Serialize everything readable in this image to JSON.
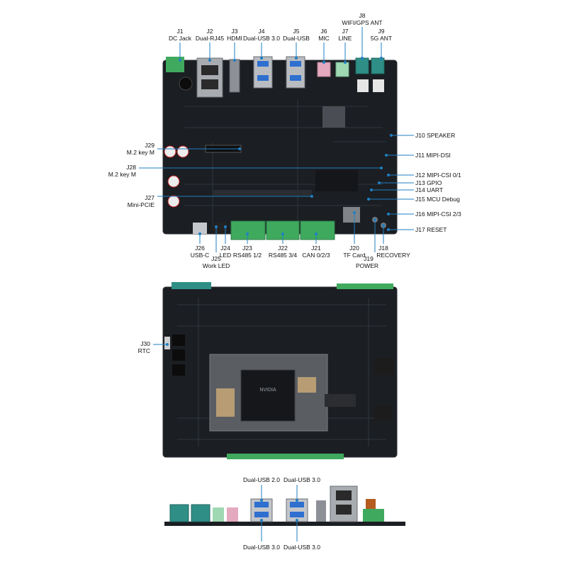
{
  "top_view": {
    "connectors_top": [
      {
        "id": "J1",
        "name": "DC Jack"
      },
      {
        "id": "J2",
        "name": "Dual-RJ45"
      },
      {
        "id": "J3",
        "name": "HDMI"
      },
      {
        "id": "J4",
        "name": "Dual-USB 3.0"
      },
      {
        "id": "J5",
        "name": "Dual-USB"
      },
      {
        "id": "J6",
        "name": "MIC"
      },
      {
        "id": "J7",
        "name": "LINE"
      },
      {
        "id": "J8",
        "name": "WIFI/GPS ANT"
      },
      {
        "id": "J9",
        "name": "5G ANT"
      }
    ],
    "connectors_right": [
      {
        "text": "J10 SPEAKER"
      },
      {
        "text": "J11 MIPI-DSI"
      },
      {
        "text": "J12 MIPI-CSI 0/1"
      },
      {
        "text": "J13 GPIO"
      },
      {
        "text": "J14 UART"
      },
      {
        "text": "J15 MCU Debug"
      },
      {
        "text": "J16 MIPI-CSI 2/3"
      },
      {
        "text": "J17 RESET"
      }
    ],
    "connectors_left": [
      {
        "id": "J29",
        "name": "M.2 key M"
      },
      {
        "id": "J28",
        "name": "M.2 key M"
      },
      {
        "id": "J27",
        "name": "Mini-PCIE"
      }
    ],
    "connectors_bottom": [
      {
        "id": "J26",
        "name": "USB-C"
      },
      {
        "id": "J24",
        "name": "LED"
      },
      {
        "id": "J25",
        "name": "Work LED"
      },
      {
        "id": "J23",
        "name": "RS485 1/2"
      },
      {
        "id": "J22",
        "name": "RS485 3/4"
      },
      {
        "id": "J21",
        "name": "CAN 0/2/3"
      },
      {
        "id": "J20",
        "name": "TF Card"
      },
      {
        "id": "J19",
        "name": "POWER"
      },
      {
        "id": "J18",
        "name": "RECOVERY"
      }
    ]
  },
  "bottom_view": {
    "connectors_left": [
      {
        "id": "J30",
        "name": "RTC"
      }
    ],
    "chip_marking": "NVIDIA"
  },
  "side_view": {
    "labels_top": [
      "Dual-USB 2.0",
      "Dual-USB 3.0"
    ],
    "labels_bottom": [
      "Dual-USB 3.0",
      "Dual-USB 3.0"
    ]
  },
  "colors": {
    "leader": "#1f7fc4",
    "pcb": "#1b1e22",
    "terminal_green": "#3faa5e",
    "antenna_teal": "#2f8f86",
    "mic_pink": "#e5a9bf",
    "line_green": "#9fd9b3"
  }
}
